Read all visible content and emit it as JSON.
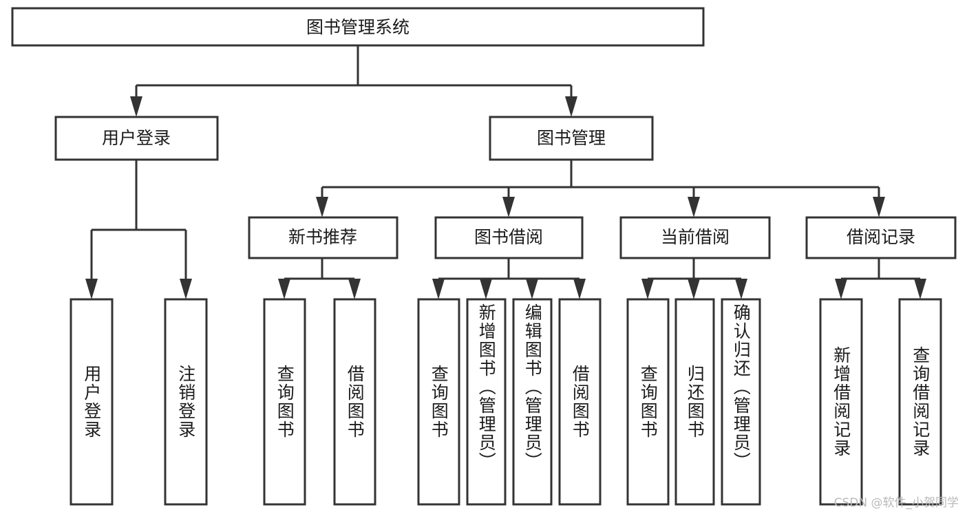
{
  "diagram": {
    "type": "tree",
    "title": "图书管理系统",
    "orientation": "top-down",
    "colors": {
      "box_stroke": "#333333",
      "box_fill": "#ffffff",
      "text": "#1b1b1b",
      "background": "#ffffff",
      "watermark": "#b9b9b9"
    },
    "root": {
      "label": "图书管理系统"
    },
    "level2": [
      {
        "label": "用户登录"
      },
      {
        "label": "图书管理"
      }
    ],
    "level3": [
      {
        "label": "新书推荐"
      },
      {
        "label": "图书借阅"
      },
      {
        "label": "当前借阅"
      },
      {
        "label": "借阅记录"
      }
    ],
    "leaves": {
      "user_login": [
        {
          "label": "用户登录"
        },
        {
          "label": "注销登录"
        }
      ],
      "new_book_recommend": [
        {
          "label": "查询图书"
        },
        {
          "label": "借阅图书"
        }
      ],
      "book_borrow": [
        {
          "label": "查询图书"
        },
        {
          "label": "新增图书（管理员）"
        },
        {
          "label": "编辑图书（管理员）"
        },
        {
          "label": "借阅图书"
        }
      ],
      "current_borrow": [
        {
          "label": "查询图书"
        },
        {
          "label": "归还图书"
        },
        {
          "label": "确认归还（管理员）"
        }
      ],
      "borrow_record": [
        {
          "label": "新增借阅记录"
        },
        {
          "label": "查询借阅记录"
        }
      ]
    }
  },
  "watermark": {
    "text": "CSDN @软件_小贺同学"
  }
}
